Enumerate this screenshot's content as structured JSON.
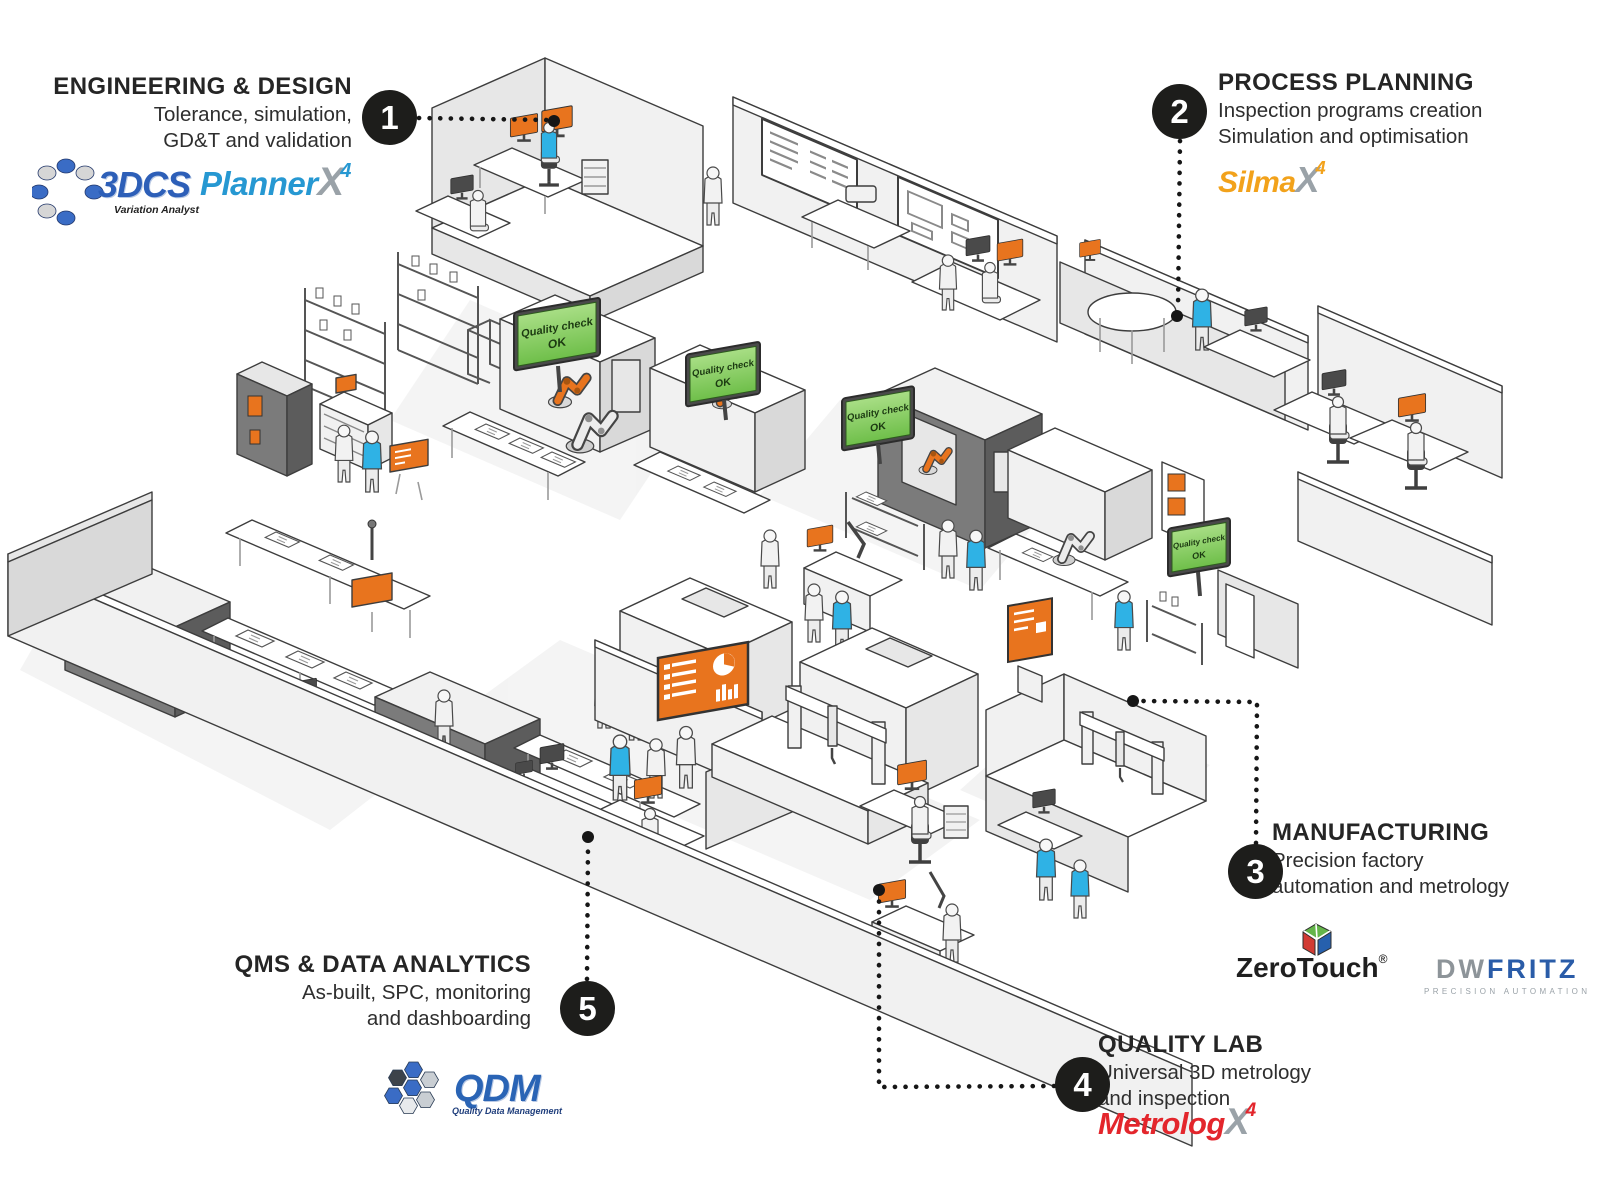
{
  "callouts": {
    "engineering": {
      "number": "1",
      "title": "ENGINEERING & DESIGN",
      "line1": "Tolerance, simulation,",
      "line2": "GD&T and validation"
    },
    "process": {
      "number": "2",
      "title": "PROCESS PLANNING",
      "line1": "Inspection programs creation",
      "line2": "Simulation and optimisation"
    },
    "manufacturing": {
      "number": "3",
      "title": "MANUFACTURING",
      "line1": "Precision factory",
      "line2": "automation and metrology"
    },
    "quality": {
      "number": "4",
      "title": "QUALITY LAB",
      "line1": "Universal 3D metrology",
      "line2": "and inspection"
    },
    "qms": {
      "number": "5",
      "title": "QMS & DATA ANALYTICS",
      "line1": "As-built, SPC, monitoring",
      "line2": "and dashboarding"
    }
  },
  "logos": {
    "dcs": {
      "name": "3DCS",
      "tagline": "Variation Analyst"
    },
    "planner": {
      "name": "Planner",
      "x": "X",
      "power": "4"
    },
    "silma": {
      "name": "Silma",
      "x": "X",
      "power": "4"
    },
    "zerotouch": {
      "name": "ZeroTouch",
      "reg": "®"
    },
    "dwfritz": {
      "dw": "DW",
      "fritz": "FRITZ",
      "tagline": "PRECISION AUTOMATION"
    },
    "metrolog": {
      "name": "Metrolog",
      "x": "X",
      "power": "4"
    },
    "qdm": {
      "name": "QDM",
      "tagline": "Quality Data Management"
    }
  },
  "screens": {
    "quality_check": {
      "line1": "Quality check",
      "line2": "OK"
    }
  },
  "colors": {
    "accent_orange": "#e8741e",
    "worker_teal": "#2fb2e5",
    "screen_green": "#7cc755",
    "callout_black": "#1d1d1b",
    "planner_blue": "#2698d2",
    "dcs_blue": "#2d5fb8",
    "silma_orange": "#f2a21b",
    "metrolog_red": "#e3262c",
    "qdm_blue": "#2a64b5",
    "dwfritz_blue": "#2a5ca8",
    "dwfritz_gray": "#8d9499"
  }
}
